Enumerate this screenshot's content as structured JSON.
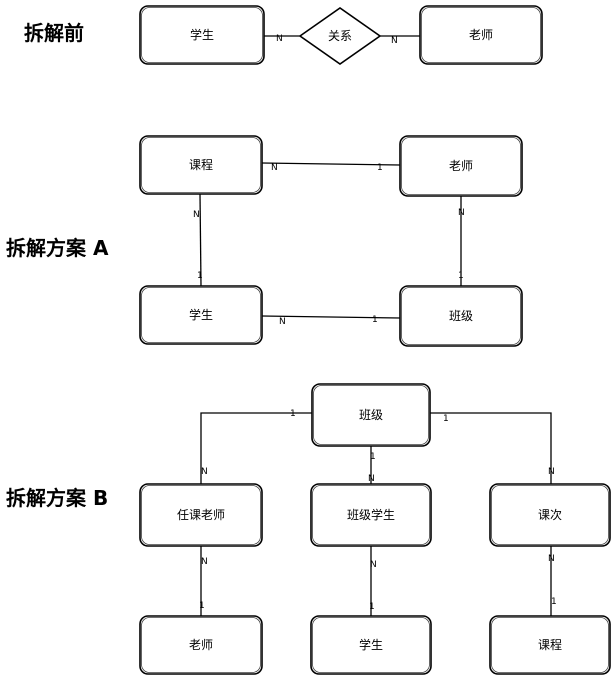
{
  "headings": {
    "before": "拆解前",
    "plan_a": "拆解方案 A",
    "plan_b": "拆解方案 B"
  },
  "entities": {
    "before_student": "学生",
    "before_relation": "关系",
    "before_teacher": "老师",
    "a_course": "课程",
    "a_teacher": "老师",
    "a_student": "学生",
    "a_class": "班级",
    "b_class": "班级",
    "b_course_teacher": "任课老师",
    "b_class_student": "班级学生",
    "b_lesson": "课次",
    "b_teacher": "老师",
    "b_student": "学生",
    "b_course": "课程"
  },
  "cardinalities": {
    "before_left": "N",
    "before_right": "N",
    "a_course_teacher_course_end": "N",
    "a_course_teacher_teacher_end": "1",
    "a_course_student_course_end": "N",
    "a_course_student_student_end": "1",
    "a_teacher_class_teacher_end": "N",
    "a_teacher_class_class_end": "1",
    "a_student_class_student_end": "N",
    "a_student_class_class_end": "1",
    "b_class_courseteacher_class_end": "1",
    "b_class_courseteacher_ct_end": "N",
    "b_class_classstudent_class_end": "1",
    "b_class_classstudent_cs_end": "N",
    "b_class_lesson_class_end": "1",
    "b_class_lesson_lesson_end": "N",
    "b_courseteacher_teacher_ct_end": "N",
    "b_courseteacher_teacher_teacher_end": "1",
    "b_classstudent_student_cs_end": "N",
    "b_classstudent_student_student_end": "1",
    "b_lesson_course_lesson_end": "N",
    "b_lesson_course_course_end": "1"
  }
}
